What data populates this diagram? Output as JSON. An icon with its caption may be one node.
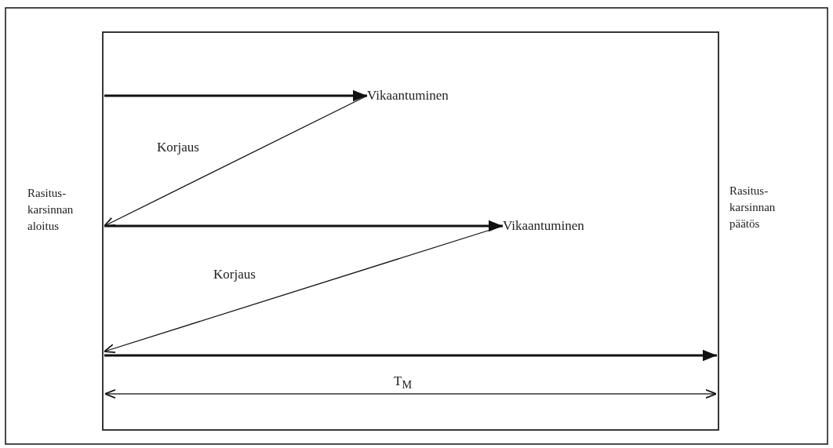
{
  "diagram": {
    "nodes": [
      {
        "text": [
          "Rasitus- karsinnan aloitus"
        ]
      },
      {
        "text": [
          "Vikaantuminen"
        ]
      },
      {
        "text": [
          "Vikaantuminen"
        ]
      },
      {
        "text": [
          "Rasitus- karsinnan päätös"
        ]
      }
    ],
    "edges": [
      {
        "from": null,
        "to": 1,
        "arrow": "to",
        "style": "thick"
      },
      {
        "from": 1,
        "to": null,
        "arrow": "to",
        "label": "Korjaus"
      },
      {
        "from": null,
        "to": 2,
        "arrow": "to",
        "style": "thick"
      },
      {
        "from": 2,
        "to": null,
        "arrow": "to",
        "label": "Korjaus"
      }
    ],
    "labels": [
      "T$_{M}$"
    ]
  }
}
